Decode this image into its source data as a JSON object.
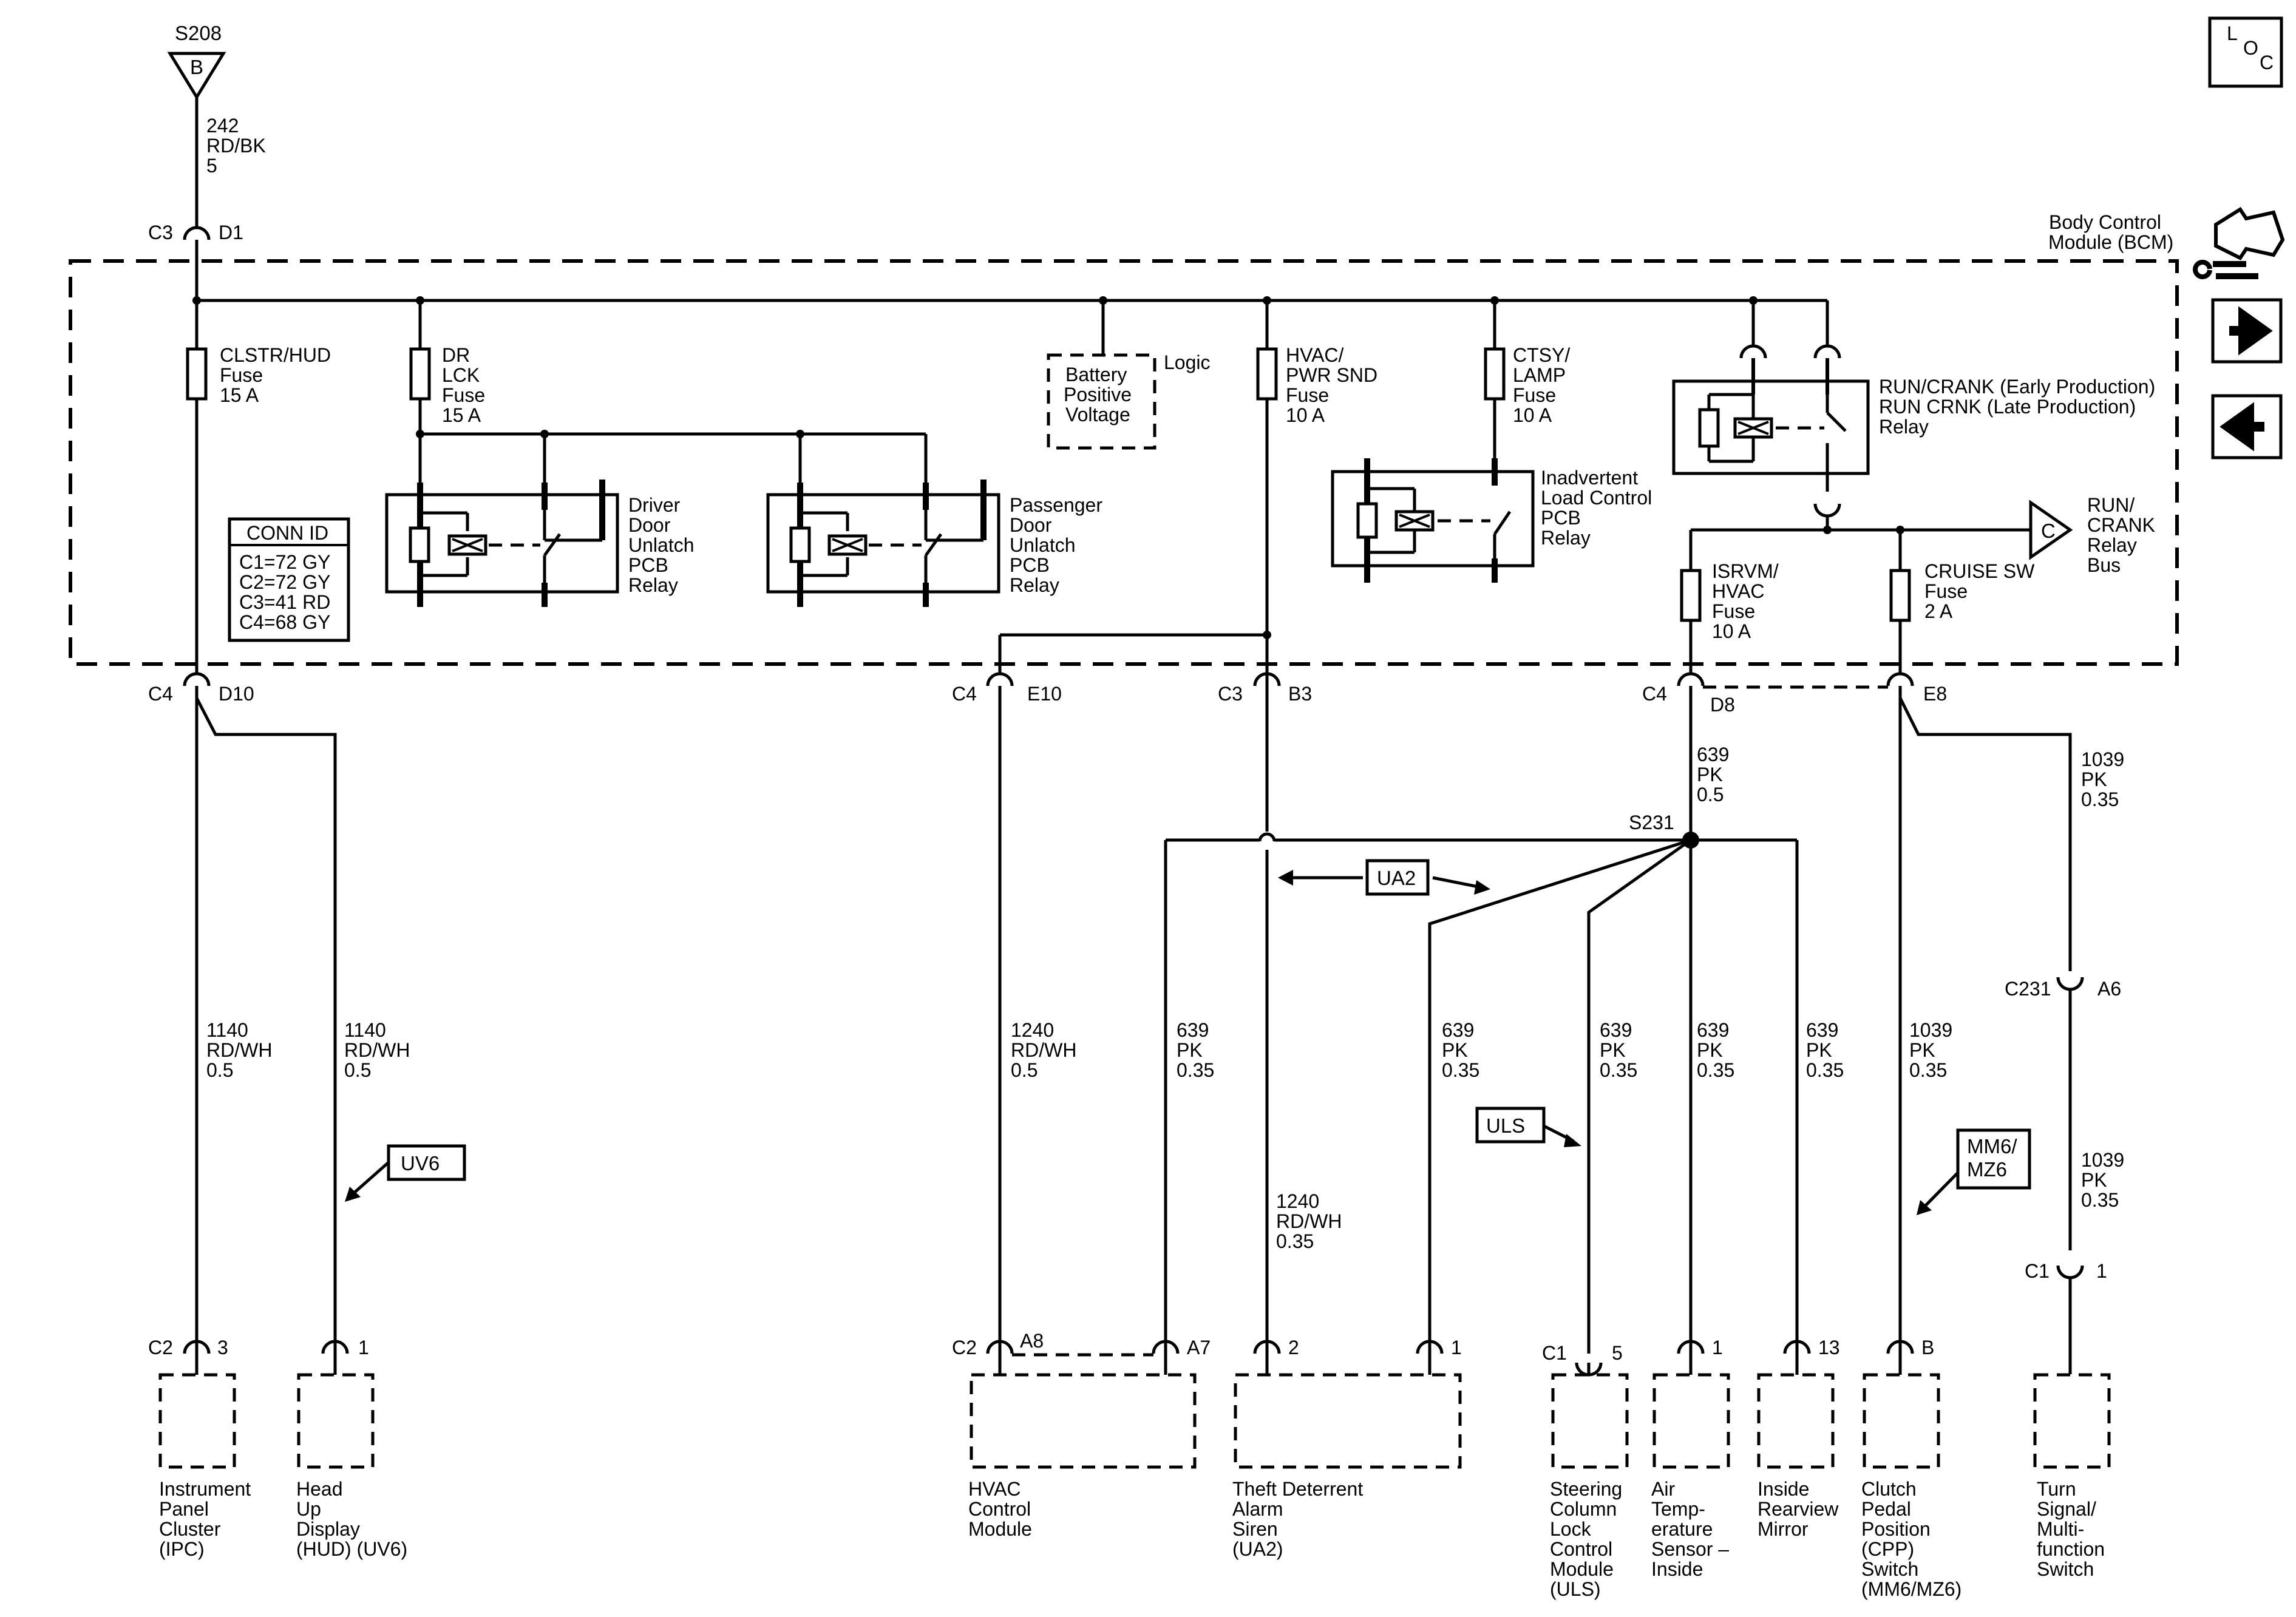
{
  "header": {
    "splice_top": "S208",
    "splice_top_letter": "B",
    "top_wire": [
      "242",
      "RD/BK",
      "5"
    ],
    "loc_letters": [
      "L",
      "O",
      "C"
    ]
  },
  "bcm": {
    "title": [
      "Body Control",
      "Module (BCM)"
    ],
    "c3_top": "C3",
    "d1": "D1",
    "fuse_clstr": [
      "CLSTR/HUD",
      "Fuse",
      "15 A"
    ],
    "fuse_drlck": [
      "DR",
      "LCK",
      "Fuse",
      "15 A"
    ],
    "battery_box": [
      "Battery",
      "Positive",
      "Voltage"
    ],
    "logic": "Logic",
    "fuse_hvac": [
      "HVAC/",
      "PWR SND",
      "Fuse",
      "10 A"
    ],
    "fuse_ctsy": [
      "CTSY/",
      "LAMP",
      "Fuse",
      "10 A"
    ],
    "run_relay": [
      "RUN/CRANK (Early Production)",
      "RUN CRNK (Late Production)",
      "Relay"
    ],
    "driver_relay": [
      "Driver",
      "Door",
      "Unlatch",
      "PCB",
      "Relay"
    ],
    "pass_relay": [
      "Passenger",
      "Door",
      "Unlatch",
      "PCB",
      "Relay"
    ],
    "inadv_relay": [
      "Inadvertent",
      "Load Control",
      "PCB",
      "Relay"
    ],
    "bus_letter": "C",
    "bus_label": [
      "RUN/",
      "CRANK",
      "Relay",
      "Bus"
    ],
    "fuse_isrvm": [
      "ISRVM/",
      "HVAC",
      "Fuse",
      "10 A"
    ],
    "fuse_cruise": [
      "CRUISE SW",
      "Fuse",
      "2 A"
    ],
    "conn_id": {
      "title": "CONN ID",
      "rows": [
        "C1=72 GY",
        "C2=72 GY",
        "C3=41 RD",
        "C4=68 GY"
      ]
    }
  },
  "bottom_connectors": {
    "c4_d10": [
      "C4",
      "D10"
    ],
    "c4_e10": [
      "C4",
      "E10"
    ],
    "c3_b3": [
      "C3",
      "B3"
    ],
    "c4_d8": [
      "C4",
      "D8"
    ],
    "e8": "E8"
  },
  "wires": {
    "ipc_wire": [
      "1140",
      "RD/WH",
      "0.5"
    ],
    "hud_wire": [
      "1140",
      "RD/WH",
      "0.5"
    ],
    "hvac_wire": [
      "1240",
      "RD/WH",
      "0.5"
    ],
    "pk_hvac_wire": [
      "639",
      "PK",
      "0.35"
    ],
    "siren_wire": [
      "1240",
      "RD/WH",
      "0.35"
    ],
    "pk_siren_wire": [
      "639",
      "PK",
      "0.35"
    ],
    "d8_wire": [
      "639",
      "PK",
      "0.5"
    ],
    "uls_wire": [
      "639",
      "PK",
      "0.35"
    ],
    "air_wire": [
      "639",
      "PK",
      "0.35"
    ],
    "mirror_wire": [
      "639",
      "PK",
      "0.35"
    ],
    "cpp_wire": [
      "1039",
      "PK",
      "0.35"
    ],
    "turn_wire_top": [
      "1039",
      "PK",
      "0.35"
    ],
    "turn_wire_bottom": [
      "1039",
      "PK",
      "0.35"
    ]
  },
  "splices": {
    "s231": "S231",
    "c231": [
      "C231",
      "A6"
    ],
    "c1_turn": [
      "C1",
      "1"
    ]
  },
  "options": {
    "ua2": "UA2",
    "uv6": "UV6",
    "uls": "ULS",
    "mm6": [
      "MM6/",
      "MZ6"
    ]
  },
  "components": {
    "ipc": {
      "conn": [
        "C2",
        "3"
      ],
      "name": [
        "Instrument",
        "Panel",
        "Cluster",
        "(IPC)"
      ]
    },
    "hud": {
      "conn": [
        "1"
      ],
      "name": [
        "Head",
        "Up",
        "Display",
        "(HUD) (UV6)"
      ]
    },
    "hvac": {
      "conn": [
        "C2",
        "A8",
        "A7"
      ],
      "name": [
        "HVAC",
        "Control",
        "Module"
      ]
    },
    "siren": {
      "conn": [
        "2",
        "1"
      ],
      "name": [
        "Theft Deterrent",
        "Alarm",
        "Siren",
        "(UA2)"
      ]
    },
    "uls": {
      "conn": [
        "C1",
        "5"
      ],
      "name": [
        "Steering",
        "Column",
        "Lock",
        "Control",
        "Module",
        "(ULS)"
      ]
    },
    "air": {
      "conn": [
        "1"
      ],
      "name": [
        "Air",
        "Temp-",
        "erature",
        "Sensor –",
        "Inside"
      ]
    },
    "mirror": {
      "conn": [
        "13"
      ],
      "name": [
        "Inside",
        "Rearview",
        "Mirror"
      ]
    },
    "cpp": {
      "conn": [
        "B"
      ],
      "name": [
        "Clutch",
        "Pedal",
        "Position",
        "(CPP)",
        "Switch",
        "(MM6/MZ6)"
      ]
    },
    "turn": {
      "name": [
        "Turn",
        "Signal/",
        "Multi-",
        "function",
        "Switch"
      ]
    }
  }
}
